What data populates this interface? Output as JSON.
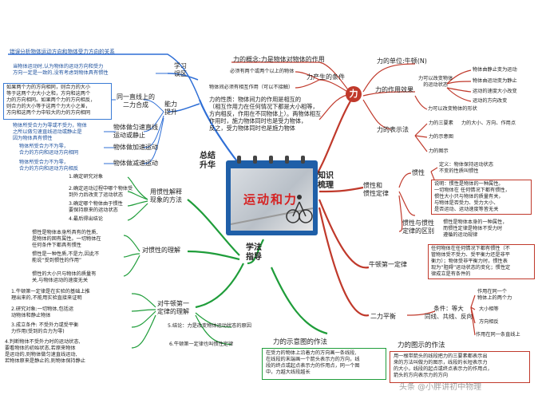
{
  "center": {
    "title": "运动和力"
  },
  "colors": {
    "zongjie": "#2f6fd6",
    "zhishi": "#c0392b",
    "xuefa": "#1f9d3a"
  },
  "branches": {
    "zongjie": "总结\n升华",
    "zhishi": "知识\n梳理",
    "xuefa": "学法\n指导"
  },
  "zongjie": {
    "top": "错误分析物体运动方向和物体受力方向的关系",
    "xuexi": "学习\n误区",
    "xuexi_text": "当物体运动时,认为物体的运动方向和受力\n方向一定是一致的,没有考虑到物体具有惯性",
    "nengli": "能力\n提升",
    "line2": "同一直线上的\n二力合成",
    "line2_text": "如果两个力的方向相同，则合力的大小\n等于这两个力大小之和，方向和这两个\n力的方向相同。如果两个力的方向相反，\n则合力的大小等于这两个力大小之差，\n方向和这两个力中较大的力的方向相同",
    "jiasu": "物体做匀速直线\n运动或静止",
    "jiasu_text": "物体所受合力为零或不受力，物体\n之所以做匀速直线运动或静止是\n因为物体具有惯性",
    "jiasu2": "物体做加速运动",
    "jiasu2_text": "物体所受合力不为零，\n合力的方向和运动方向相同",
    "jiansu": "物体做减速运动",
    "jiansu_text": "物体所受合力不为零，\n合力的方向和运动方向相反"
  },
  "zhishi": {
    "li": "力",
    "gainian": "力的概念:力是物体对物体的作用",
    "tiaojian": "力产生的条件",
    "tiaojian_a": "必须有两个或两个以上的物体",
    "tiaojian_b": "物体间必须有相互作用（可以不接触）",
    "xingzhi": "力的性质：物体间力的作用是相互的\n（相互作用力在任何情况下都是大小相等，\n方向相反，作用在不同物体上）。两物体相互\n作用时，施力物体同时也是受力物体，\n反之，受力物体同时也是施力物体",
    "danwei": "力的单位:牛顿(N)",
    "xiaoguo": "力的作用效果",
    "xiaoguo_a": "力可以改变物体\n的运动状态",
    "xiaoguo_a1": "物体由静止变为运动",
    "xiaoguo_a2": "物体由运动变为静止",
    "xiaoguo_a3": "运动的速度大小改变",
    "xiaoguo_a4": "运动的方向改变",
    "xiaoguo_b": "力可以改变物体的形状",
    "biaoshi": "力的表示法",
    "sanyaosu": "力的三要素",
    "sanyaosu_v": "力的大小、方向、作用点",
    "shiyitu": "力的示意图",
    "tushi": "力的图示",
    "guanxing_dinglv": "惯性和\n惯性定律",
    "guanxing": "惯性",
    "guanxing_def": "定义：物体保持运动状态\n不变的性质叫惯性",
    "guanxing_note": "说明：惯性是物体的一种属性。\n一切物体在 任何情况下都有惯性，\n惯性大小只与物体的质量有关，\n与物体是否受力、受力大小、\n是否运动、运动速度等皆无关",
    "qubie": "惯性与惯性\n定律的区别",
    "qubie_text": "惯性是物体本身的一种属性，\n而惯性定律是物体不受力时\n遵循的运动规律",
    "niudun": "牛顿第一定律",
    "niudun_text": "任何物体在任何情况下都有惯性（不\n管物体受不受力、受平衡力还是非平\n衡力）；物体受非平衡力时，惯性表\n现为“阻碍”运动状态的变化；惯性定\n律成立是有条件的",
    "erli": "二力平衡",
    "tiaojian2": "条件：等大\n同线、共线、反向",
    "er_1": "作用在同一个\n物体上的两个力",
    "er_2": "大小相等",
    "er_3": "方向相反",
    "er_4": "作用在同一条直线上",
    "tushi_fa": "力的图示的作法",
    "tushi_fa_text": "用一根带箭头的线段把力的三要素都表示出\n来的方法叫做力的图示，线段的长短表示力\n的大小，线段的起点或终点表示力的作用点，\n箭头的方向表示力的方向"
  },
  "xuefa": {
    "guanxing_fa": "用惯性解释\n现象的方法",
    "fa1": "1.确定研究对象",
    "fa2": "2.确定运动过程中哪个物体受\n到外力后改变了运动状态",
    "fa3": "3.确定哪个物体由于惯性\n要保持原来的运动状态",
    "fa4": "4.最后得出结论",
    "lijie": "对惯性的理解",
    "lijie1": "惯性是物体本身所具有的性质,\n是物体的固有属性。一切物体在\n任何条件下都具有惯性",
    "lijie2": "惯性是一种性质,不是力,因此不\n能说“受到惯性的作用”",
    "lijie3": "惯性的大小只与物体的质量有\n关,与物体运动的速度无关",
    "niudun_li": "对牛顿第一\n定律的理解",
    "nd1": "1.牛顿第一定律是在实验的基础上推\n理出来的,不能用实验直接来证明",
    "nd2": "2.研究对象:一切物体,包括运\n动物体和静止物体",
    "nd3": "3.成立条件: 不受外力或受平衡\n力作用(受到的合力为零)",
    "nd4": "4.判断物体不受外力时的运动状态,\n要看物体的初始状态,若原来物体\n是运动的,则物体做匀速直线运动,\n若物体原来是静止的,则物体保持静止",
    "nd5": "5.结论：力是改变物体运动状态的原因",
    "nd6": "6.牛顿第一定律也叫惯性定律",
    "shiyi_fa": "力的示意图的作法",
    "shiyi_fa_text": "在受力的物体上沿着力的方向画一条线段,\n在线段的末端画一个箭头表示力的方向，线\n段的终点或起点表示力的作用点，同一个图\n中，力越大线段越长"
  },
  "watermark": "头条 @小胖讲初中物理"
}
